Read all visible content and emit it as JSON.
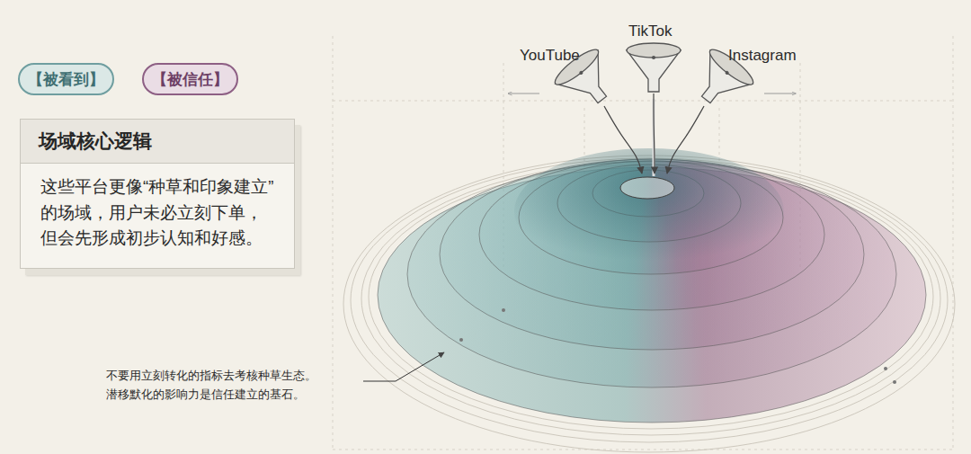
{
  "diagram": {
    "nodes": [
      {
        "text": [
          "【被看到】"
        ]
      },
      {
        "text": [
          "【被信任】"
        ]
      },
      {
        "text": [
          "场域核心逻辑",
          "这些平台更像“种草和印象建立”的场域，用户未必立刻下单，但会先形成初步认知和好感。"
        ]
      }
    ],
    "labels": [
      "YouTube",
      "TikTok",
      "Instagram",
      "不要用立刻转化的指标去考核种草生态。 潜移默化的影响力是信任建立的基石。"
    ]
  }
}
